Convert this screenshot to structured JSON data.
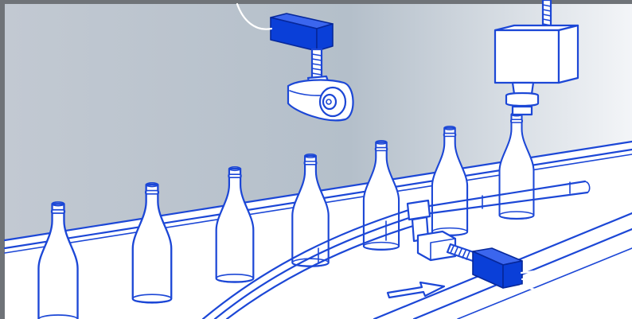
{
  "scene": {
    "objects": [
      "bottle",
      "conveyor-belt",
      "camera",
      "mount",
      "sensor",
      "arrow"
    ],
    "bottle_count": 7,
    "colors": {
      "frame": "#6f7378",
      "background_light": "#f2f4f7",
      "background_dark": "#b5bfca",
      "line": "#1c47d6",
      "device": "#0a3fd8",
      "fill": "#ffffff"
    }
  }
}
